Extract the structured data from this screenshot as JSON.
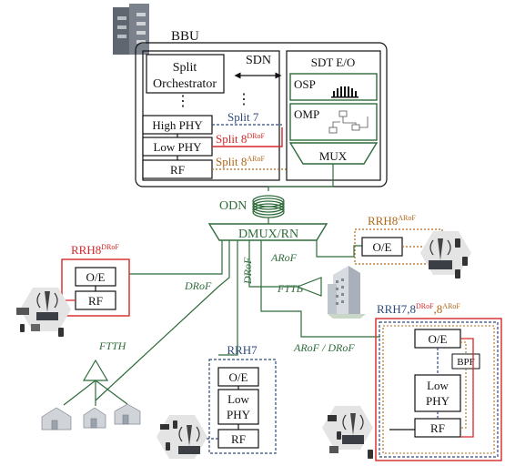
{
  "colors": {
    "black": "#111111",
    "green": "#2e6b3a",
    "red": "#d62728",
    "blue": "#2f4a7a",
    "brown": "#b0681a",
    "hex_gray": "#e4e4e4"
  },
  "bbu": {
    "label": "BBU",
    "sdn": "SDN",
    "split_orchestrator_line1": "Split",
    "split_orchestrator_line2": "Orchestrator",
    "dots": "⋮",
    "high_phy": "High PHY",
    "low_phy": "Low PHY",
    "rf": "RF",
    "split7": "Split 7",
    "split8_droF_base": "Split 8",
    "split8_droF_sup": "DRoF",
    "split8_aroF_base": "Split 8",
    "split8_aroF_sup": "ARoF",
    "sdt_eo": "SDT E/O",
    "osp": "OSP",
    "omp": "OMP",
    "mux": "MUX"
  },
  "odn": "ODN",
  "dmux": "DMUX/RN",
  "links": {
    "aroF": "ARoF",
    "droF_left": "DRoF",
    "droF_vertical": "DRoF",
    "fttb": "FTTB",
    "ftth": "FTTH",
    "aroF_droF": "ARoF / DRoF"
  },
  "rrh8_aroF": {
    "base": "RRH8",
    "sup": "ARoF",
    "oe": "O/E"
  },
  "rrh8_droF": {
    "base": "RRH8",
    "sup": "DRoF",
    "oe": "O/E",
    "rf": "RF"
  },
  "rrh7": {
    "label": "RRH7",
    "oe": "O/E",
    "low_line1": "Low",
    "low_line2": "PHY",
    "rf": "RF"
  },
  "rrh_combined": {
    "prefix": "RRH7,8",
    "sup1": "DRoF",
    "mid": ",8",
    "sup2": "ARoF",
    "oe": "O/E",
    "bpf": "BPF",
    "low_line1": "Low",
    "low_line2": "PHY",
    "rf": "RF"
  }
}
